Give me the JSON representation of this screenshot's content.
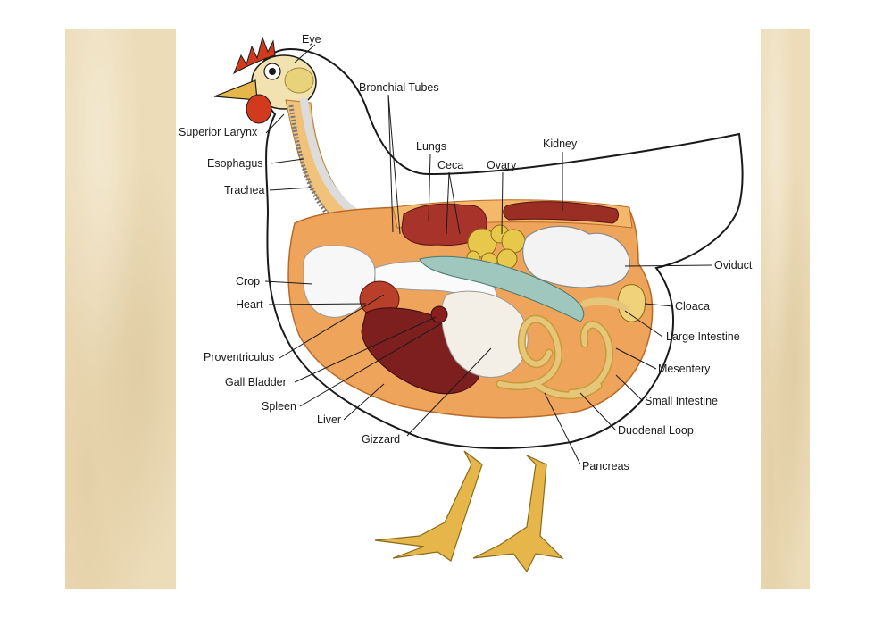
{
  "labels": {
    "eye": "Eye",
    "bronchial_tubes": "Bronchial Tubes",
    "superior_larynx": "Superior Larynx",
    "esophagus": "Esophagus",
    "trachea": "Trachea",
    "lungs": "Lungs",
    "ceca": "Ceca",
    "ovary": "Ovary",
    "kidney": "Kidney",
    "oviduct": "Oviduct",
    "crop": "Crop",
    "heart": "Heart",
    "cloaca": "Cloaca",
    "large_intestine": "Large Intestine",
    "proventriculus": "Proventriculus",
    "mesentery": "Mesentery",
    "gall_bladder": "Gall Bladder",
    "small_intestine": "Small Intestine",
    "spleen": "Spleen",
    "liver": "Liver",
    "duodenal_loop": "Duodenal Loop",
    "gizzard": "Gizzard",
    "pancreas": "Pancreas"
  },
  "colors": {
    "parchment": "#ecdcb8",
    "panel": "#ffffff",
    "comb": "#d23a1e",
    "beak_and_legs": "#e7b64a",
    "body_cavity": "#eea45a",
    "liver": "#7e1f1f",
    "lungs": "#a8332a",
    "intestine": "#e6c77a",
    "gizzard": "#f3efe6",
    "ink": "#1a1a1a"
  }
}
